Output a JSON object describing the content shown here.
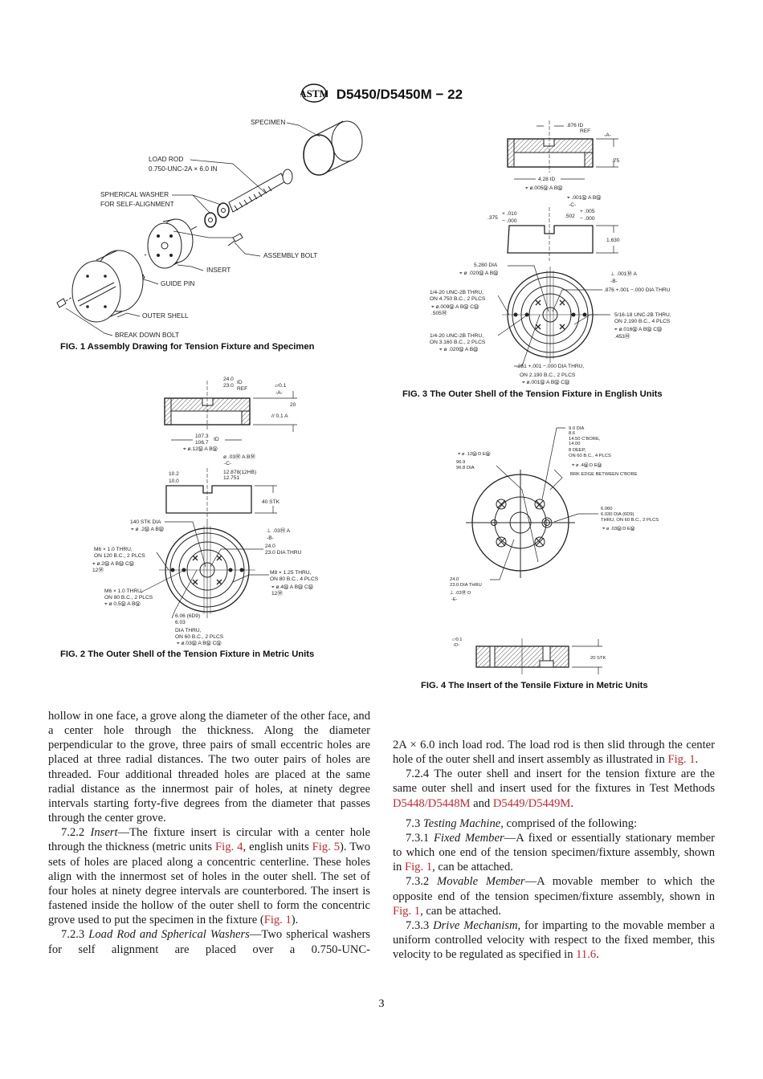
{
  "header": {
    "logo": "ASTM",
    "designation": "D5450/D5450M − 22"
  },
  "figures": {
    "fig1": {
      "caption": "FIG. 1 Assembly Drawing for Tension Fixture and Specimen",
      "labels": {
        "specimen": "SPECIMEN",
        "load_rod": "LOAD ROD",
        "load_rod_spec": "0.750-UNC-2A × 6.0 IN",
        "washer": "SPHERICAL WASHER",
        "washer2": "FOR SELF-ALIGNMENT",
        "assembly_bolt": "ASSEMBLY BOLT",
        "insert": "INSERT",
        "guide_pin": "GUIDE PIN",
        "outer_shell": "OUTER SHELL",
        "break_down_bolt": "BREAK DOWN BOLT"
      }
    },
    "fig2": {
      "caption": "FIG. 2 The Outer Shell of the Tension Fixture in Metric Units",
      "labels": {
        "top_id_a": "24.0",
        "top_id_b": "23.0",
        "top_id": "ID",
        "top_ref": "REF",
        "flat": "⏥0.1",
        "datum_a": "-A-",
        "thk": "20",
        "par": "// 0.1 A",
        "id_a": "107.3",
        "id_b": "106.7",
        "id": "ID",
        "fcf1": "⌖ ø.12Ⓜ A BⓂ",
        "fcf2": "ø .03Ⓜ A BⓂ",
        "datum_c": "-C-",
        "slot_a": "12.878(12HB)",
        "slot_b": "12.751",
        "depth_a": "10.2",
        "depth_b": "10.0",
        "stk": "40 STK",
        "dia": "140 STK DIA",
        "fcf3": "⌖ ø .2Ⓜ A BⓂ",
        "perp": "⊥ .03Ⓜ A",
        "datum_b": "-B-",
        "hole_a": "24.0",
        "hole_b": "23.0 DIA THRU",
        "m6a": "M6 × 1.0 THRU,",
        "m6a2": "ON 120 B.C., 2 PLCS",
        "fcf4": "⌖ ø.2Ⓜ A BⓂ CⓂ",
        "fcf4b": "12Ⓜ",
        "m8": "M8 × 1.25 THRU,",
        "m8b": "ON 80 B.C., 4 PLCS",
        "fcf5": "⌖ ø.4Ⓜ A BⓂ CⓂ",
        "fcf5b": "12Ⓜ",
        "m6b": "M6 × 1.0 THRU,",
        "m6b2": "ON 80 B.C., 2 PLCS",
        "fcf6": "⌖ ø 0.5Ⓜ A BⓂ",
        "pin_a": "6.06 (6D9)",
        "pin_b": "6.03",
        "pin_c": "DIA THRU,",
        "pin_d": "ON 60 B.C., 2 PLCS",
        "fcf7": "⌖ ø.03Ⓜ A BⓂ CⓂ"
      }
    },
    "fig3": {
      "caption": "FIG. 3 The Outer Shell of the Tension Fixture in English Units",
      "labels": {
        "top_id": ".876 ID",
        "top_ref": "REF",
        "datum_a": "-A-",
        "thk": ".75",
        "id": "4.28 ID",
        "fcf1": "⌖ ø.005Ⓜ A BⓂ",
        "fcf2": "⌖ .001Ⓜ A BⓂ",
        "datum_c": "-C-",
        "depth": ".375",
        "depth_tol_p": "+ .010",
        "depth_tol_m": "− .000",
        "slot": ".502",
        "slot_tol_p": "+ .005",
        "slot_tol_m": "− .000",
        "height": "1.630",
        "dia": "5.280 DIA",
        "fcf3": "⌖ ø .020Ⓜ A BⓂ",
        "perp": "⊥ .001Ⓜ A",
        "datum_b": "-B-",
        "hole": ".876 +.001 −.000 DIA THRU",
        "t1": "1/4-20 UNC-2B THRU,",
        "t1b": "ON 4.750 B.C., 2 PLCS",
        "fcf4": "⌖ ø.009Ⓜ A BⓂ CⓂ",
        "fcf4b": ".505Ⓜ",
        "t2": "5/16-18 UNC-2B THRU,",
        "t2b": "ON 2.190 B.C., 4 PLCS",
        "fcf5": "⌖ ø.016Ⓜ A BⓂ CⓂ",
        "fcf5b": ".453Ⓜ",
        "t3": "1/4-20 UNC-2B THRU,",
        "t3b": "ON 3.160 B.C., 2 PLCS",
        "fcf6": "⌖ ø .020Ⓜ A BⓂ",
        "pin": ".251 +.001 −.000 DIA THRU,",
        "pin_b": "ON 2.190 B.C., 2 PLCS",
        "fcf7": "⌖ ø.001Ⓜ A BⓂ CⓂ"
      }
    },
    "fig4": {
      "caption": "FIG. 4 The Insert of the Tensile Fixture in Metric Units",
      "labels": {
        "cb_a": "9.0 DIA",
        "cb_b": "8.6",
        "cb_c": "14.50 C'BORE,",
        "cb_d": "14.00",
        "cb_e": "8 DEEP,",
        "cb_f": "ON 60 B.C., 4 PLCS",
        "fcf1": "⌖ ø .4Ⓜ D EⓂ",
        "brk": "BRK EDGE BETWEEN C'BORE",
        "fcf2": "⌖ ø .12Ⓜ D EⓂ",
        "od_a": "96.9",
        "od_b": "96.8 DIA",
        "pin_a": "6.060",
        "pin_b": "6.030 DIA (6D9)",
        "pin_c": "THRU, ON 60 B.C., 2 PLCS",
        "fcf3": "⌖ ø .03Ⓜ D EⓂ",
        "hole_a": "24.0",
        "hole_b": "23.0 DIA THRU",
        "perp": "⊥ .03Ⓜ D",
        "datum_e": "-E-",
        "flat": "⏥0.1",
        "datum_d": "-D-",
        "stk": "20 STK"
      }
    }
  },
  "body": {
    "left": [
      {
        "s": [
          "hollow in one face, a grove along the diameter of the other face, and a center hole through the thickness. Along the diameter perpendicular to the grove, three pairs of small eccentric holes are placed at three radial distances. The two outer pairs of holes are threaded. Four additional threaded holes are placed at the same radial distance as the innermost pair of holes, at ninety degree intervals starting forty-five degrees from the diameter that passes through the center grove."
        ]
      },
      {
        "s": [
          "7.2.2 ",
          "Insert",
          "—The fixture insert is circular with a center hole through the thickness (metric units ",
          "Fig. 4",
          ", english units ",
          "Fig. 5",
          "). Two sets of holes are placed along a concentric centerline. These holes align with the innermost set of holes in the outer shell. The set of four holes at ninety degree intervals are counterbored. The insert is fastened inside the hollow of the outer shell to form the concentric grove used to put the specimen in the fixture (",
          "Fig. 1",
          ")."
        ]
      },
      {
        "s": [
          "7.2.3 ",
          "Load Rod and Spherical Washers",
          "—Two spherical washers for self alignment are placed over a 0.750-UNC-"
        ]
      }
    ],
    "right": [
      {
        "s": [
          "2A × 6.0 inch load rod. The load rod is then slid through the center hole of the outer shell and insert assembly as illustrated in ",
          "Fig. 1",
          "."
        ]
      },
      {
        "s": [
          "7.2.4 The outer shell and insert for the tension fixture are the same outer shell and insert used for the fixtures in Test Methods ",
          "D5448/D5448M",
          " and ",
          "D5449/D5449M",
          "."
        ]
      },
      {
        "s": [
          "7.3 ",
          "Testing Machine,",
          " comprised of the following:"
        ]
      },
      {
        "s": [
          "7.3.1 ",
          "Fixed Member",
          "—A fixed or essentially stationary member to which one end of the tension specimen/fixture assembly, shown in ",
          "Fig. 1",
          ", can be attached."
        ]
      },
      {
        "s": [
          "7.3.2 ",
          "Movable Member",
          "—A movable member to which the opposite end of the tension specimen/fixture assembly, shown in ",
          "Fig. 1",
          ", can be attached."
        ]
      },
      {
        "s": [
          "7.3.3 ",
          "Drive Mechanism,",
          " for imparting to the movable member a uniform controlled velocity with respect to the fixed member, this velocity to be regulated as specified in ",
          "11.6",
          "."
        ]
      }
    ]
  },
  "page_number": "3",
  "colors": {
    "link": "#c0282d",
    "text": "#1a1a1a"
  }
}
